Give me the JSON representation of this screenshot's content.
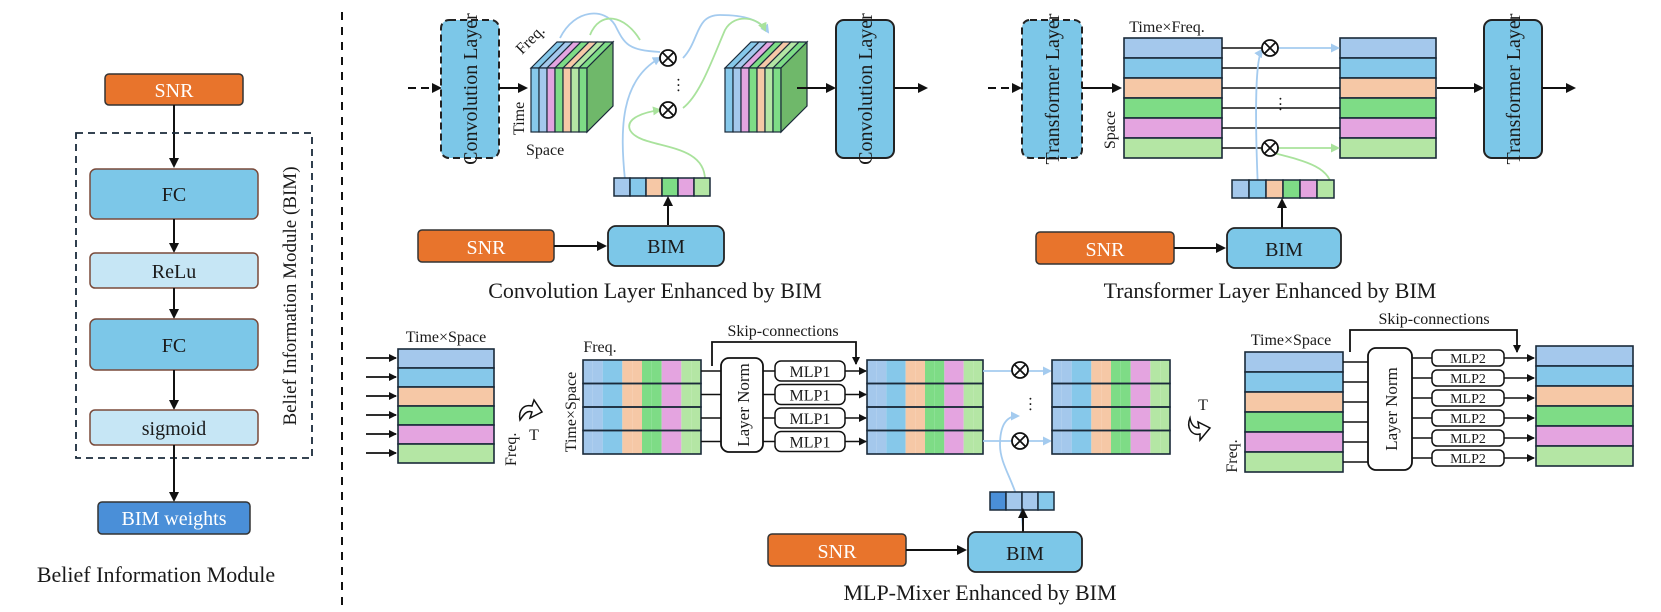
{
  "colors": {
    "snr": "#e8742c",
    "fc": "#7cc7e8",
    "light": "#c6e6f5",
    "bimw": "#4a8fd8",
    "c1": "#a4c8ec",
    "c2": "#86c8ea",
    "c3": "#f6c8a6",
    "c4": "#7edc86",
    "c5": "#e4a4e0",
    "c6": "#b4e6a4",
    "blueArrow": "#a4cbef",
    "greenArrow": "#a9e29c"
  },
  "left": {
    "snr": "SNR",
    "fc1": "FC",
    "relu": "ReLu",
    "fc2": "FC",
    "sigmoid": "sigmoid",
    "bim_label": "Belief Information Module (BIM)",
    "output": "BIM weights",
    "caption": "Belief Information Module"
  },
  "conv": {
    "layer_in": "Convolution Layer",
    "layer_out": "Convolution Layer",
    "freq": "Freq.",
    "time": "Time",
    "space": "Space",
    "dots": "···",
    "snr": "SNR",
    "bim": "BIM",
    "caption": "Convolution Layer Enhanced by BIM"
  },
  "trans": {
    "layer_in": "Transformer Layer",
    "layer_out": "Transformer Layer",
    "time_freq": "Time×Freq.",
    "space": "Space",
    "dots": "···",
    "snr": "SNR",
    "bim": "BIM",
    "caption": "Transformer Layer Enhanced by BIM"
  },
  "mlp": {
    "time_space": "Time×Space",
    "freq_left": "Freq.",
    "transpose1": "T",
    "freq_top": "Freq.",
    "time_space_side": "Time×Space",
    "skip1": "Skip-connections",
    "layer_norm1": "Layer Norm",
    "mlp1": [
      "MLP1",
      "MLP1",
      "MLP1",
      "MLP1"
    ],
    "dots": "···",
    "snr": "SNR",
    "bim": "BIM",
    "caption": "MLP-Mixer Enhanced by BIM",
    "transpose2": "T",
    "freq_side": "Freq.",
    "time_space2": "Time×Space",
    "skip2": "Skip-connections",
    "layer_norm2": "Layer Norm",
    "mlp2": [
      "MLP2",
      "MLP2",
      "MLP2",
      "MLP2",
      "MLP2",
      "MLP2"
    ]
  }
}
